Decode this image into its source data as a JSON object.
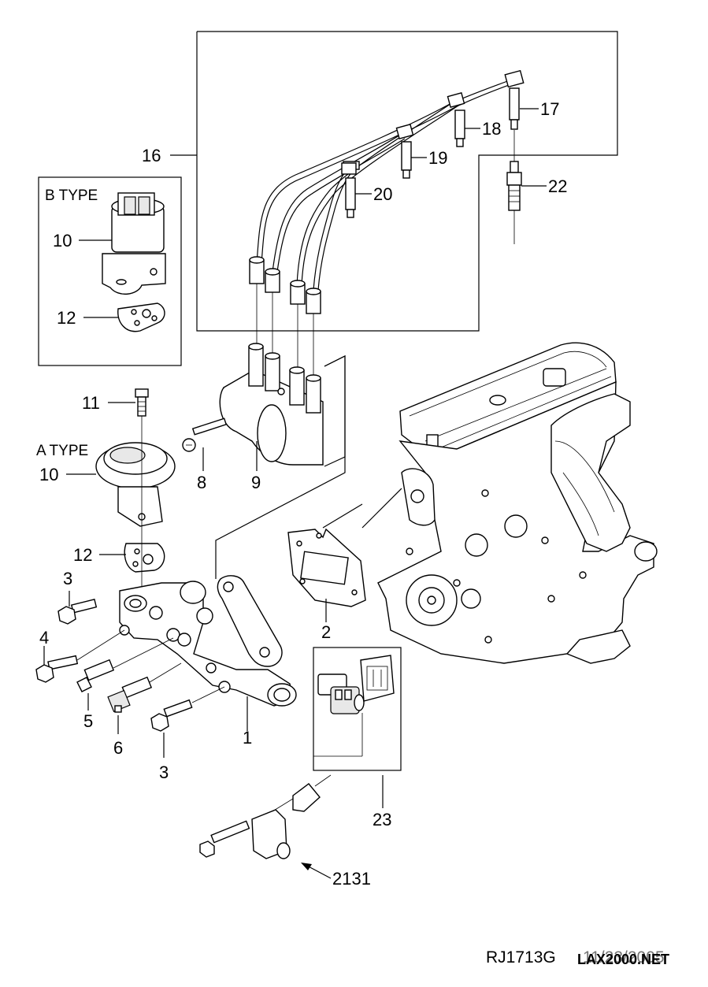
{
  "callouts": [
    {
      "id": "c1",
      "text": "1"
    },
    {
      "id": "c2",
      "text": "2"
    },
    {
      "id": "c3a",
      "text": "3"
    },
    {
      "id": "c3b",
      "text": "3"
    },
    {
      "id": "c4",
      "text": "4"
    },
    {
      "id": "c5",
      "text": "5"
    },
    {
      "id": "c6",
      "text": "6"
    },
    {
      "id": "c8",
      "text": "8"
    },
    {
      "id": "c9",
      "text": "9"
    },
    {
      "id": "c10a",
      "text": "10"
    },
    {
      "id": "c10b",
      "text": "10"
    },
    {
      "id": "c11",
      "text": "11"
    },
    {
      "id": "c12a",
      "text": "12"
    },
    {
      "id": "c12b",
      "text": "12"
    },
    {
      "id": "c16",
      "text": "16"
    },
    {
      "id": "c17",
      "text": "17"
    },
    {
      "id": "c18",
      "text": "18"
    },
    {
      "id": "c19",
      "text": "19"
    },
    {
      "id": "c20",
      "text": "20"
    },
    {
      "id": "c22",
      "text": "22"
    },
    {
      "id": "c23",
      "text": "23"
    },
    {
      "id": "c2131",
      "text": "2131"
    }
  ],
  "type_labels": {
    "b_type": "B TYPE",
    "a_type": "A TYPE"
  },
  "footer": {
    "code": "RJ1713G",
    "date": "11/23/2005",
    "watermark": "LAX2000.NET"
  }
}
